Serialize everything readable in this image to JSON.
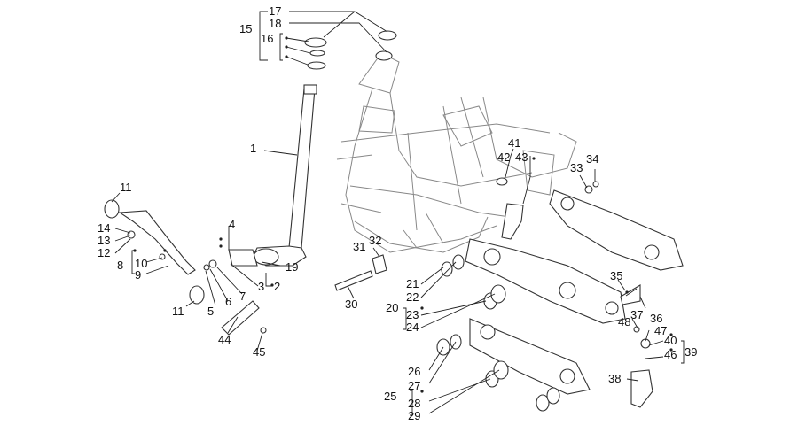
{
  "labels": [
    {
      "id": "17",
      "text": "17"
    },
    {
      "id": "18",
      "text": "18"
    },
    {
      "id": "15",
      "text": "15"
    },
    {
      "id": "16",
      "text": "16"
    },
    {
      "id": "1",
      "text": "1"
    },
    {
      "id": "11a",
      "text": "11"
    },
    {
      "id": "14",
      "text": "14"
    },
    {
      "id": "13",
      "text": "13"
    },
    {
      "id": "12",
      "text": "12"
    },
    {
      "id": "10",
      "text": "10"
    },
    {
      "id": "8",
      "text": "8"
    },
    {
      "id": "9",
      "text": "9"
    },
    {
      "id": "4",
      "text": "4"
    },
    {
      "id": "19",
      "text": "19"
    },
    {
      "id": "3",
      "text": "3"
    },
    {
      "id": "2",
      "text": "2"
    },
    {
      "id": "7",
      "text": "7"
    },
    {
      "id": "6",
      "text": "6"
    },
    {
      "id": "5",
      "text": "5"
    },
    {
      "id": "11b",
      "text": "11"
    },
    {
      "id": "44",
      "text": "44"
    },
    {
      "id": "45",
      "text": "45"
    },
    {
      "id": "31",
      "text": "31"
    },
    {
      "id": "32",
      "text": "32"
    },
    {
      "id": "30",
      "text": "30"
    },
    {
      "id": "21",
      "text": "21"
    },
    {
      "id": "22",
      "text": "22"
    },
    {
      "id": "20",
      "text": "20"
    },
    {
      "id": "23",
      "text": "23"
    },
    {
      "id": "24",
      "text": "24"
    },
    {
      "id": "41",
      "text": "41"
    },
    {
      "id": "42",
      "text": "42"
    },
    {
      "id": "43",
      "text": "43"
    },
    {
      "id": "33",
      "text": "33"
    },
    {
      "id": "34",
      "text": "34"
    },
    {
      "id": "35",
      "text": "35"
    },
    {
      "id": "37",
      "text": "37"
    },
    {
      "id": "36",
      "text": "36"
    },
    {
      "id": "48",
      "text": "48"
    },
    {
      "id": "47",
      "text": "47"
    },
    {
      "id": "40",
      "text": "40"
    },
    {
      "id": "46",
      "text": "46"
    },
    {
      "id": "39",
      "text": "39"
    },
    {
      "id": "38",
      "text": "38"
    },
    {
      "id": "26",
      "text": "26"
    },
    {
      "id": "27",
      "text": "27"
    },
    {
      "id": "25",
      "text": "25"
    },
    {
      "id": "28",
      "text": "28"
    },
    {
      "id": "29",
      "text": "29"
    }
  ]
}
